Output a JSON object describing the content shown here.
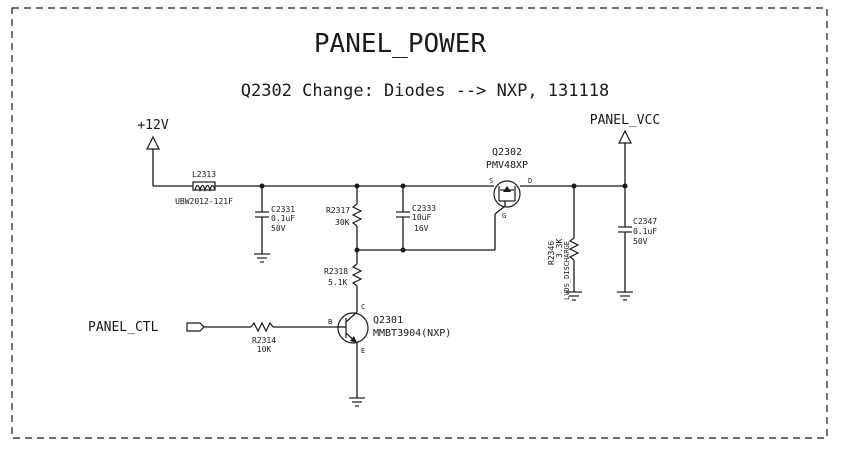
{
  "title": "PANEL_POWER",
  "note": "Q2302 Change: Diodes --> NXP, 131118",
  "nets": {
    "input_rail": "+12V",
    "output_rail": "PANEL_VCC",
    "control": "PANEL_CTL"
  },
  "components": {
    "L2313": {
      "ref": "L2313",
      "value": "UBW2012-121F"
    },
    "C2331": {
      "ref": "C2331",
      "value": "0.1uF",
      "voltage": "50V"
    },
    "R2317": {
      "ref": "R2317",
      "value": "30K"
    },
    "C2333": {
      "ref": "C2333",
      "value": "10uF",
      "voltage": "16V"
    },
    "Q2302": {
      "ref": "Q2302",
      "value": "PMV48XP",
      "pin_s": "S",
      "pin_d": "D",
      "pin_g": "G"
    },
    "R2346": {
      "ref": "R2346",
      "value": "3.3K",
      "label": "LVDS_DISCHARGE"
    },
    "C2347": {
      "ref": "C2347",
      "value": "0.1uF",
      "voltage": "50V"
    },
    "R2318": {
      "ref": "R2318",
      "value": "5.1K"
    },
    "R2314": {
      "ref": "R2314",
      "value": "10K"
    },
    "Q2301": {
      "ref": "Q2301",
      "value": "MMBT3904(NXP)",
      "pin_b": "B",
      "pin_c": "C",
      "pin_e": "E"
    }
  }
}
